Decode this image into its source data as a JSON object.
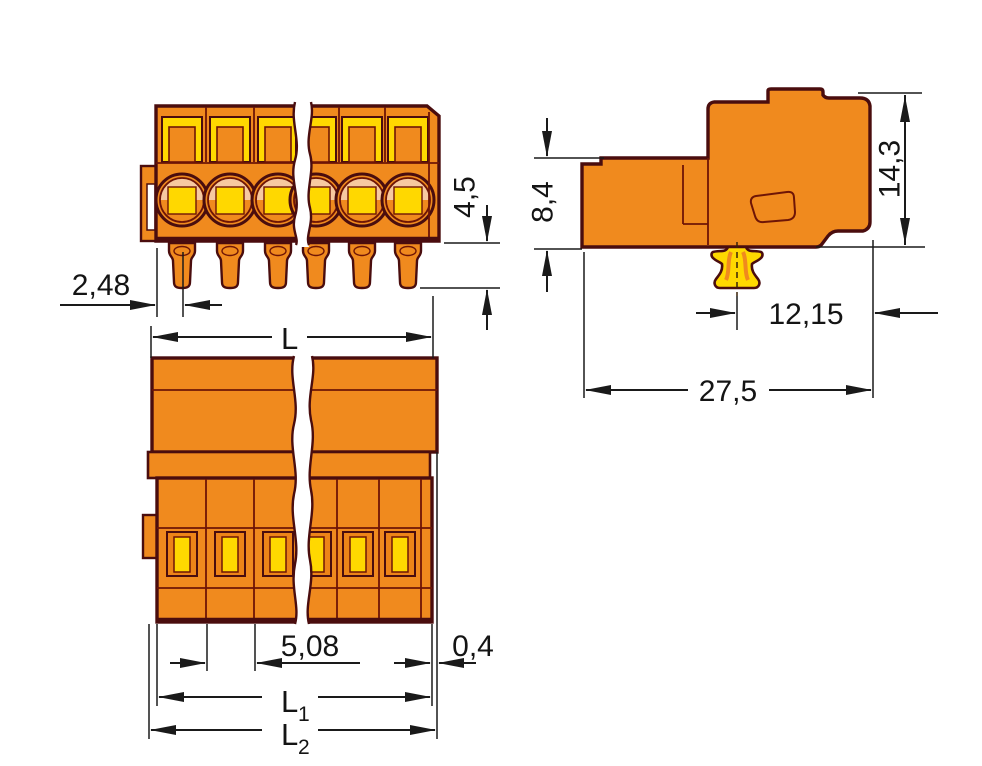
{
  "drawing": {
    "type": "connector-dimension-drawing",
    "dimensions": {
      "pin_edge_offset": "2,48",
      "pin_length": "4,5",
      "total_length": "L",
      "height_rear": "8,4",
      "height_total": "14,3",
      "foot_to_front_edge": "12,15",
      "depth_total": "27,5",
      "pole_pitch": "5,08",
      "edge_gap": "0,4",
      "length1": {
        "base": "L",
        "sub": "1"
      },
      "length2": {
        "base": "L",
        "sub": "2"
      }
    },
    "colors": {
      "body_orange": "#F08A1E",
      "accent_yellow": "#FFD800",
      "peach": "#F7C9A0",
      "outline_dark": "#4A0D0E",
      "dimension_ink": "#1A1A1A",
      "background": "#FFFFFF"
    }
  }
}
